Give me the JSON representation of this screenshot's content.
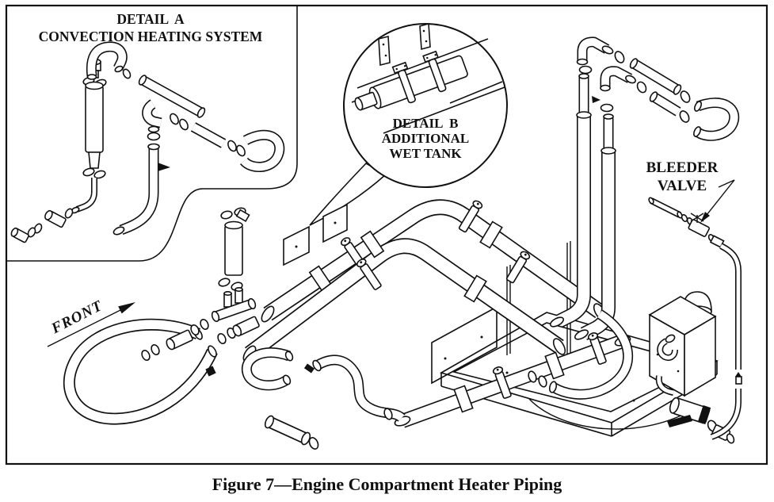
{
  "colors": {
    "line": "#111111",
    "background": "#ffffff"
  },
  "figure_caption": "Figure 7—Engine Compartment Heater Piping",
  "callouts": {
    "detail_a": {
      "title_line1": "DETAIL  A",
      "title_line2": "CONVECTION HEATING SYSTEM"
    },
    "detail_b": {
      "line1": "DETAIL  B",
      "line2": "ADDITIONAL",
      "line3": "WET TANK"
    },
    "bleeder_valve": {
      "line1": "BLEEDER",
      "line2": "VALVE"
    },
    "front_label": "FRONT"
  }
}
